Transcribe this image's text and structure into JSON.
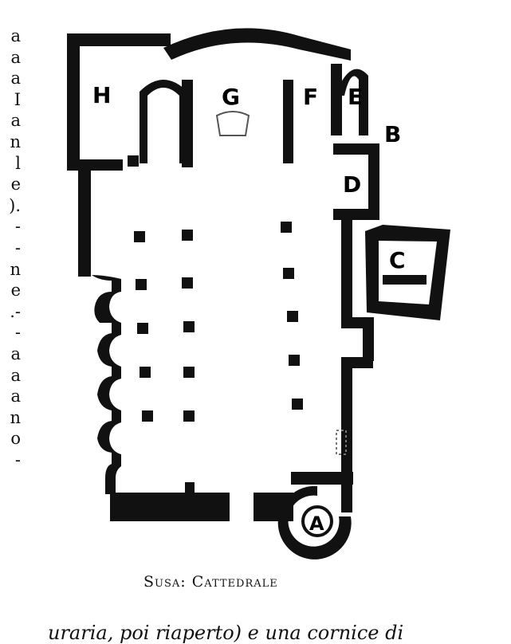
{
  "left_margin_text": [
    "a",
    "a",
    "a",
    "I",
    "a",
    "n",
    "l",
    "e",
    ").",
    "-",
    "-",
    "n",
    "e",
    ".-",
    "-",
    "a",
    "a",
    "a",
    "n",
    "o",
    "-"
  ],
  "plan_labels": {
    "H": "H",
    "G": "G",
    "F": "F",
    "E": "E",
    "B": "B",
    "D": "D",
    "C": "C",
    "A": "A"
  },
  "caption": {
    "place": "Susa",
    "separator": ":",
    "subject": "Cattedrale"
  },
  "bottom_text": "uraria, poi riaperto) e una cornice di"
}
